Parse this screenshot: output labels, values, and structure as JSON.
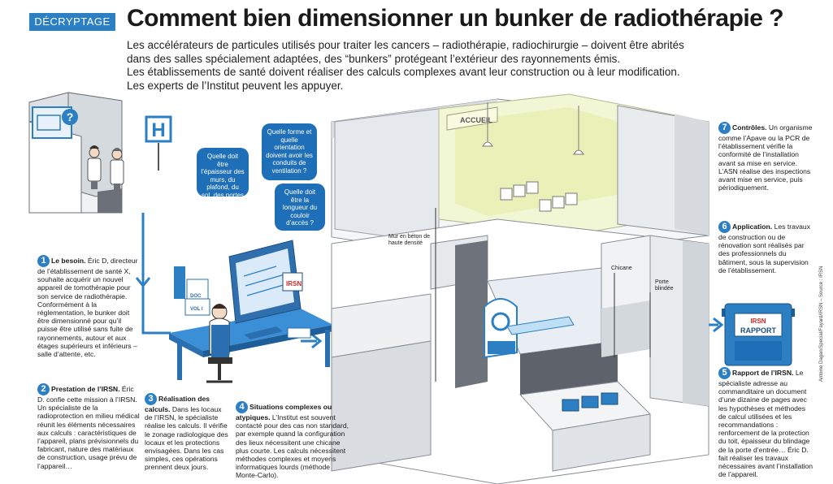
{
  "header": {
    "tag": "DÉCRYPTAGE",
    "title": "Comment bien dimensionner un bunker de radiothérapie ?",
    "intro": [
      "Les accélérateurs de particules utilisés pour traiter les cancers – radiothérapie, radiochirurgie – doivent être abrités",
      "dans des salles spécialement adaptées, des “bunkers” protégeant l’extérieur des rayonnements émis.",
      "Les établissements de santé doivent réaliser des calculs complexes avant leur construction ou à leur modification.",
      "Les experts de l’Institut peuvent les appuyer."
    ]
  },
  "bubbles": {
    "b1": "Quelle doit être l’épaisseur des murs, du plafond, du sol, des portes ?",
    "b2": "Quelle forme et quelle orientation doivent avoir les conduits de ventilation ?",
    "b3": "Quelle doit être la longueur du couloir d’accès ?"
  },
  "labels": {
    "wall": "Mur en béton de haute densité",
    "chicane": "Chicane",
    "door": "Porte blindée",
    "reception": "ACCUEIL",
    "report": "RAPPORT",
    "irsn": "IRSN",
    "binder1": "DOC",
    "binder2": "VOL I",
    "hospital": "H",
    "question": "?"
  },
  "steps": [
    {
      "num": "1",
      "title": "Le besoin.",
      "text": "Éric D, directeur de l’établissement de santé X, souhaite acquérir un nouvel appareil de tomothérapie pour son service de radiothérapie. Conformément à la réglementation, le bunker doit être dimensionné pour qu’il puisse être utilisé sans fuite de rayonnements, autour et aux étages supérieurs et inférieurs – salle d’attente, etc."
    },
    {
      "num": "2",
      "title": "Prestation de l’IRSN.",
      "text": "Éric D. confie cette mission à l’IRSN. Un spécialiste de la radioprotection en milieu médical réunit les éléments nécessaires aux calculs : caractéristiques de l’appareil, plans prévisionnels du fabricant, nature des matériaux de construction, usage prévu de l’appareil…"
    },
    {
      "num": "3",
      "title": "Réalisation des calculs.",
      "text": "Dans les locaux de l’IRSN, le spécialiste réalise les calculs. Il vérifie le zonage radiologique des locaux et les protections envisagées. Dans les cas simples, ces opérations prennent deux jours."
    },
    {
      "num": "4",
      "title": "Situations complexes ou atypiques.",
      "text": "L’Institut est souvent contacté pour des cas non standard, par exemple quand la configuration des lieux nécessitent une chicane plus courte. Les calculs nécessitent méthodes complexes et moyens informatiques lourds (méthode Monte-Carlo)."
    },
    {
      "num": "5",
      "title": "Rapport de l’IRSN.",
      "text": "Le spécialiste adresse au commanditaire un document d’une dizaine de pages avec les hypothèses et méthodes de calcul utilisées et les recommandations : renforcement de la protection du toit, épaisseur du blindage de la porte d’entrée… Éric D. fait réaliser les travaux nécessaires avant l’installation de l’appareil."
    },
    {
      "num": "6",
      "title": "Application.",
      "text": "Les travaux de construction ou de rénovation sont réalisés par des professionnels du bâtiment, sous la supervision de l’établissement."
    },
    {
      "num": "7",
      "title": "Contrôles.",
      "text": "Un organisme comme l’Apave ou la PCR de l’établissement vérifie la conformité de l’installation avant sa mise en service. L’ASN réalise des inspections avant mise en service, puis périodiquement."
    }
  ],
  "credit": "Antoine Dagan/Special/Fayard/IRSN – Source : IRSN",
  "colors": {
    "accent": "#2b7fc2",
    "bubble": "#1f6fb8",
    "wall": "#e6e9ec",
    "shadow": "#5b5f66"
  }
}
